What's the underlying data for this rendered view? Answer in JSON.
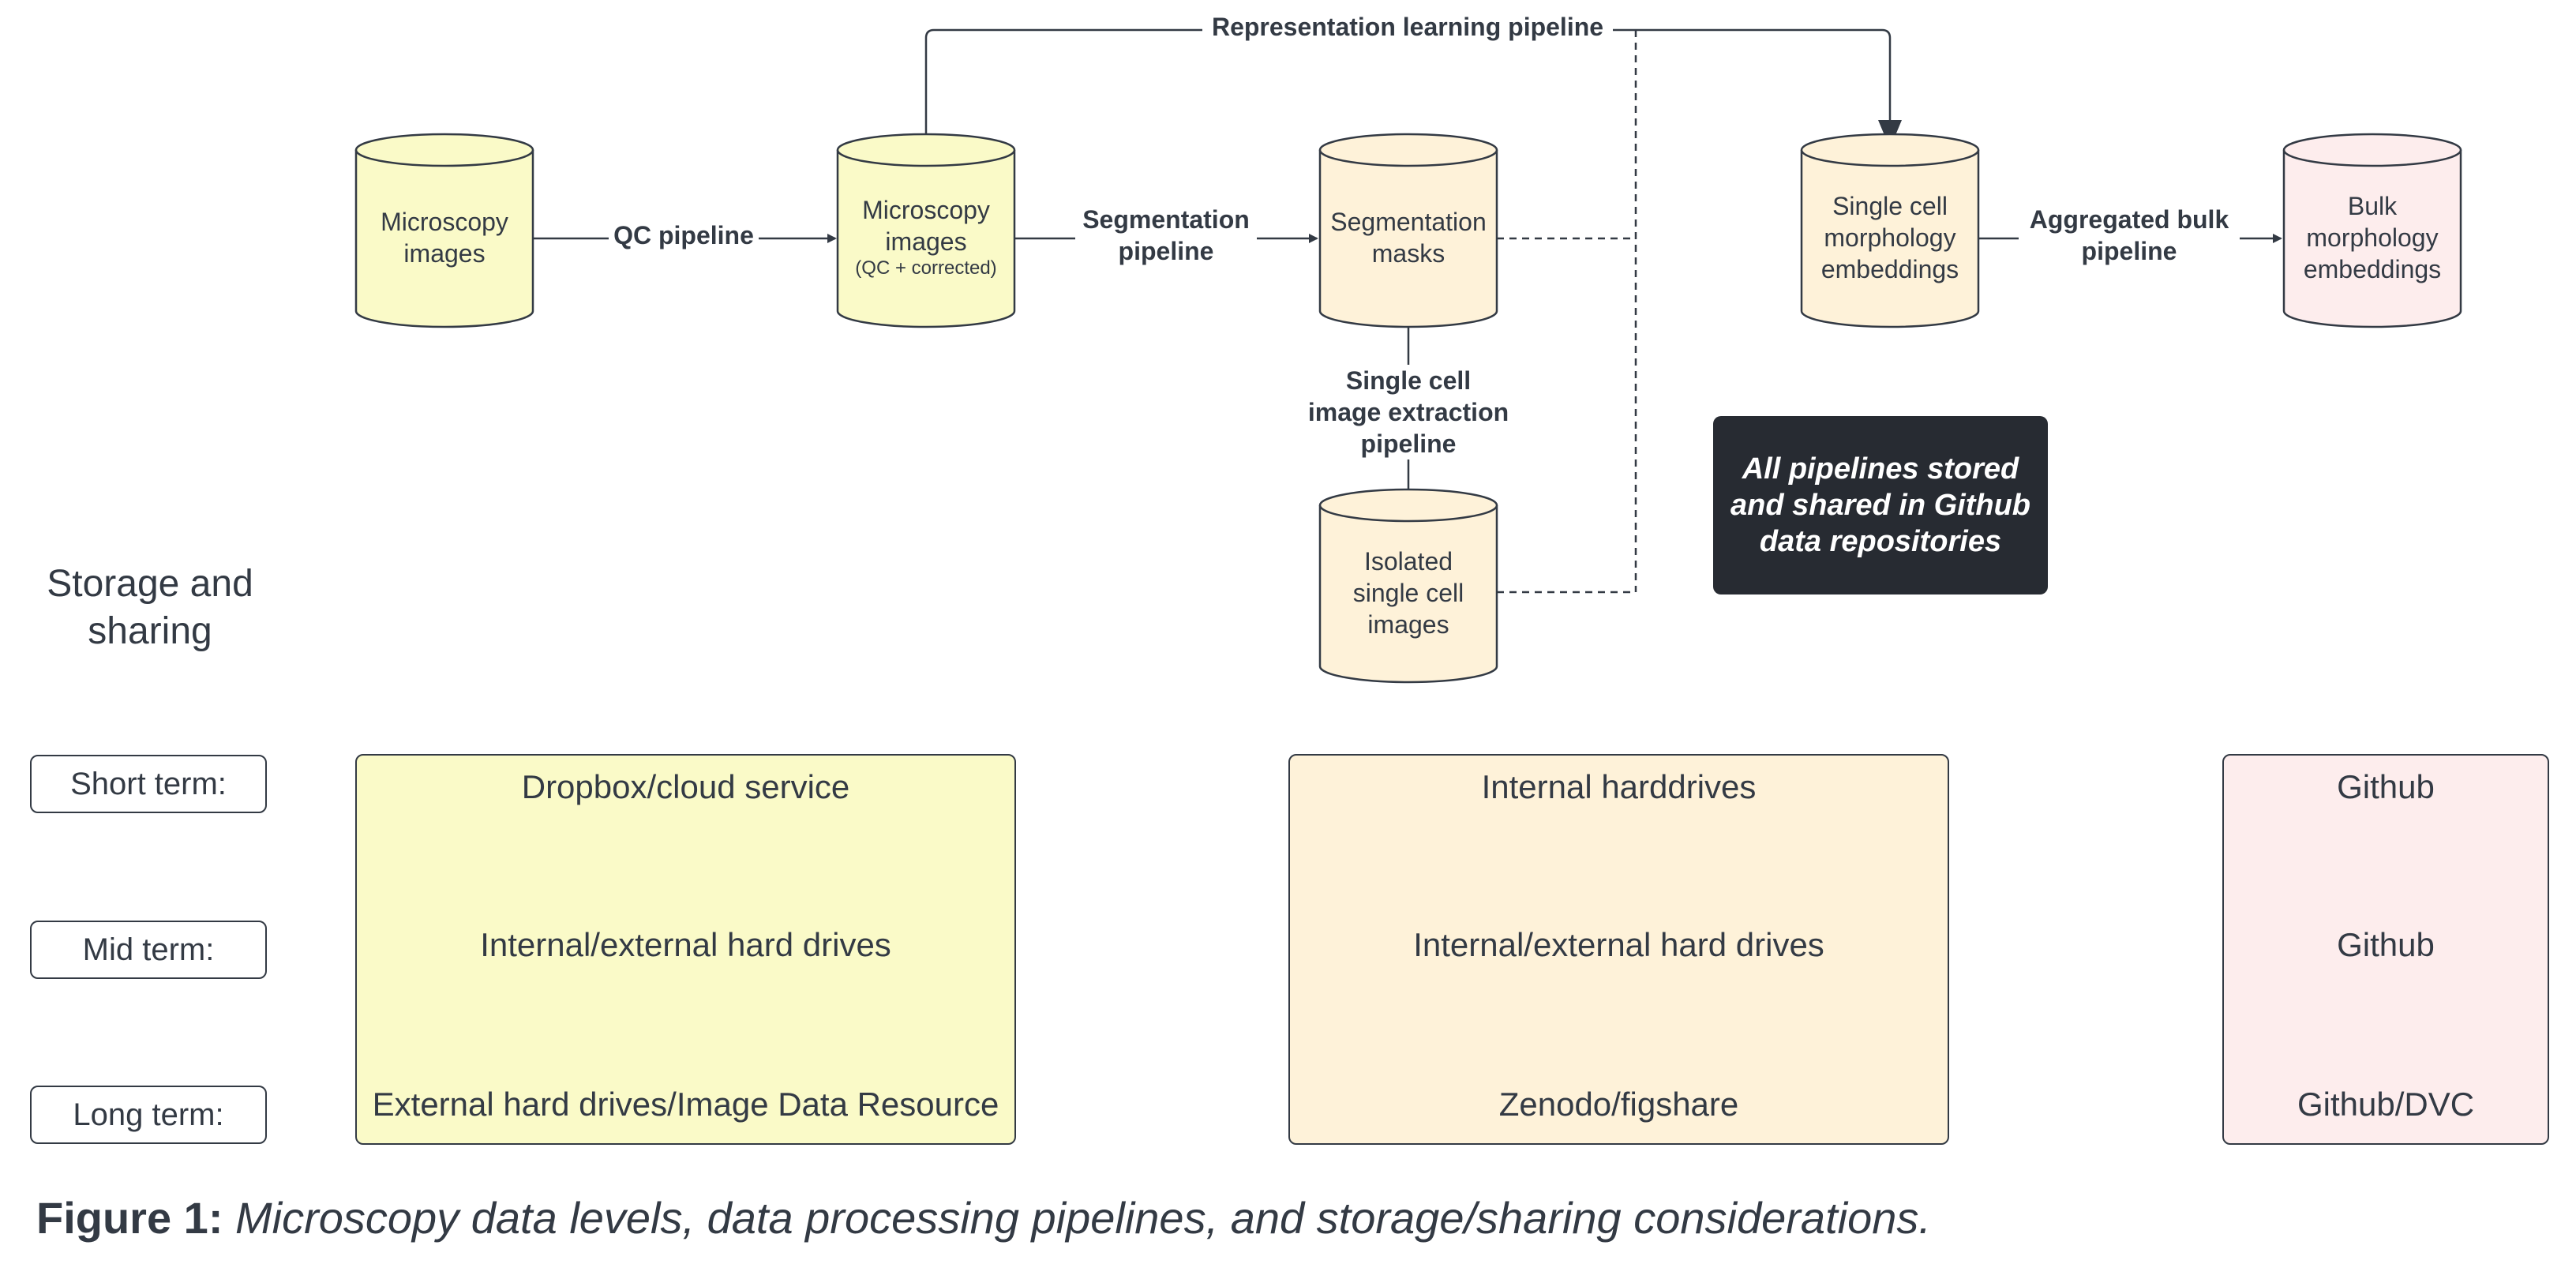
{
  "colors": {
    "level_raw": "#fafac8",
    "level_mid": "#fef2d9",
    "level_bulk": "#fdeded",
    "stroke": "#333a44",
    "note_bg": "#272b32",
    "note_text": "#ffffff"
  },
  "nodes": [
    {
      "id": "microscopy-images",
      "lines": [
        "Microscopy",
        "images"
      ],
      "color": "level_raw"
    },
    {
      "id": "microscopy-images-qc",
      "lines": [
        "Microscopy",
        "images"
      ],
      "sub": "(QC + corrected)",
      "color": "level_raw"
    },
    {
      "id": "segmentation-masks",
      "lines": [
        "Segmentation",
        "masks"
      ],
      "color": "level_mid"
    },
    {
      "id": "single-cell-embeddings",
      "lines": [
        "Single cell",
        "morphology",
        "embeddings"
      ],
      "color": "level_mid"
    },
    {
      "id": "bulk-embeddings",
      "lines": [
        "Bulk",
        "morphology",
        "embeddings"
      ],
      "color": "level_bulk"
    },
    {
      "id": "isolated-single-cell-images",
      "lines": [
        "Isolated",
        "single cell",
        "images"
      ],
      "color": "level_mid"
    }
  ],
  "edges": [
    {
      "id": "qc-pipeline",
      "lines": [
        "QC pipeline"
      ]
    },
    {
      "id": "segmentation-pipeline",
      "lines": [
        "Segmentation",
        "pipeline"
      ]
    },
    {
      "id": "aggregated-bulk-pipeline",
      "lines": [
        "Aggregated bulk",
        "pipeline"
      ]
    },
    {
      "id": "single-cell-extraction-pipeline",
      "lines": [
        "Single cell",
        "image extraction",
        "pipeline"
      ]
    },
    {
      "id": "representation-learning-pipeline",
      "lines": [
        "Representation learning pipeline"
      ]
    }
  ],
  "note": "All pipelines stored and shared in Github data repositories",
  "storage": {
    "heading": "Storage and sharing",
    "terms": [
      "Short term:",
      "Mid term:",
      "Long term:"
    ],
    "columns": [
      {
        "entries": [
          "Dropbox/cloud service",
          "Internal/external hard drives",
          "External hard drives/Image Data Resource"
        ],
        "color": "level_raw"
      },
      {
        "entries": [
          "Internal harddrives",
          "Internal/external hard drives",
          "Zenodo/figshare"
        ],
        "color": "level_mid"
      },
      {
        "entries": [
          "Github",
          "Github",
          "Github/DVC"
        ],
        "color": "level_bulk"
      }
    ]
  },
  "caption": {
    "label": "Figure 1:",
    "text": "Microscopy data levels, data processing pipelines, and storage/sharing considerations."
  }
}
